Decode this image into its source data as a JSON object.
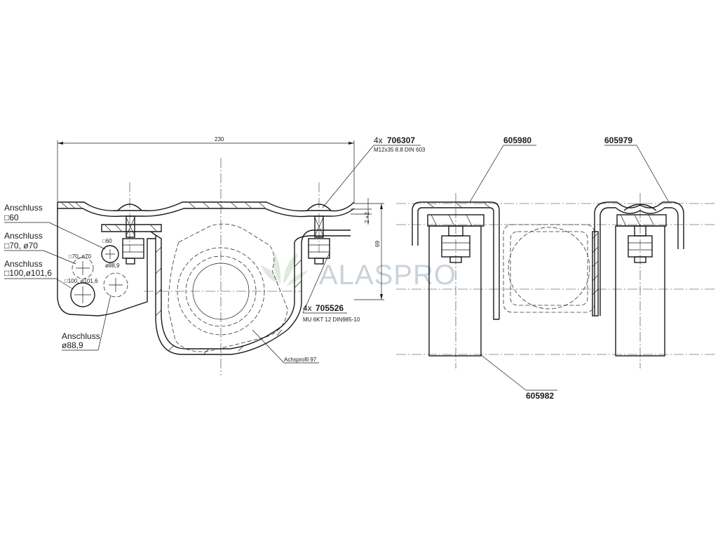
{
  "dimensions": {
    "width_230": "230",
    "height_69": "69",
    "gap_2_2": "2 +2"
  },
  "left_view": {
    "bolt": {
      "qty": "4x",
      "part": "706307",
      "spec": "M12x35 8.8 DIN 603"
    },
    "nut": {
      "qty": "4x",
      "part": "705526",
      "spec": "MU 6KT 12  DIN985-10"
    },
    "axle_profile": "Achsprofil 97",
    "anschluss_60": {
      "title": "Anschluss",
      "value": "□60"
    },
    "anschluss_70": {
      "title": "Anschluss",
      "value": "□70, ø70"
    },
    "anschluss_100": {
      "title": "Anschluss",
      "value": "□100,ø101,6"
    },
    "anschluss_889": {
      "title": "Anschluss",
      "value": "ø88,9"
    },
    "hole_60": "□60",
    "hole_70": "□70, ø70",
    "hole_889": "ø88,9",
    "hole_100": "□100, ø101,6"
  },
  "right_view": {
    "part_clamp_left": "605980",
    "part_clamp_right": "605979",
    "part_plate": "605982"
  },
  "watermark": {
    "text": "ALASPRO",
    "color": "#c9d3dc"
  }
}
